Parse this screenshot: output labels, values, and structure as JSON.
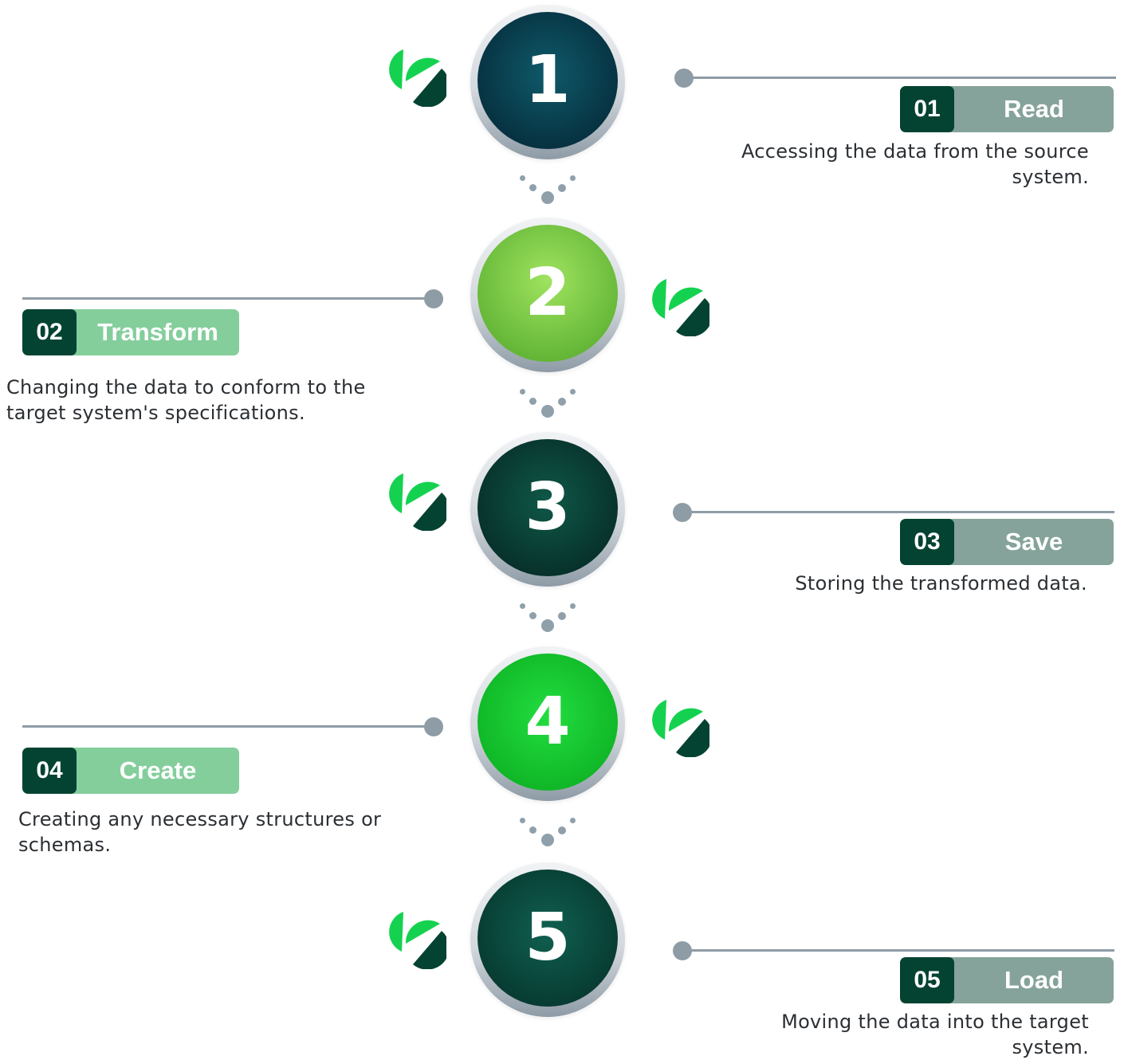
{
  "steps": [
    {
      "number": "1",
      "code": "01",
      "label": "Read",
      "description": "Accessing the data from the source system."
    },
    {
      "number": "2",
      "code": "02",
      "label": "Transform",
      "description": "Changing the data to conform to the target system's specifications."
    },
    {
      "number": "3",
      "code": "03",
      "label": "Save",
      "description": "Storing the transformed data."
    },
    {
      "number": "4",
      "code": "04",
      "label": "Create",
      "description": "Creating any necessary structures or schemas."
    },
    {
      "number": "5",
      "code": "05",
      "label": "Load",
      "description": "Moving the data into the target system."
    }
  ],
  "colors": {
    "dark_green": "#044332",
    "grey_pill": "#85a39a",
    "light_green_pill": "#84ce9c",
    "connector_grey": "#8e9ca6",
    "leaf_bright": "#14d24f",
    "leaf_dark": "#044332"
  },
  "icons": [
    "leaf-logo-icon"
  ]
}
